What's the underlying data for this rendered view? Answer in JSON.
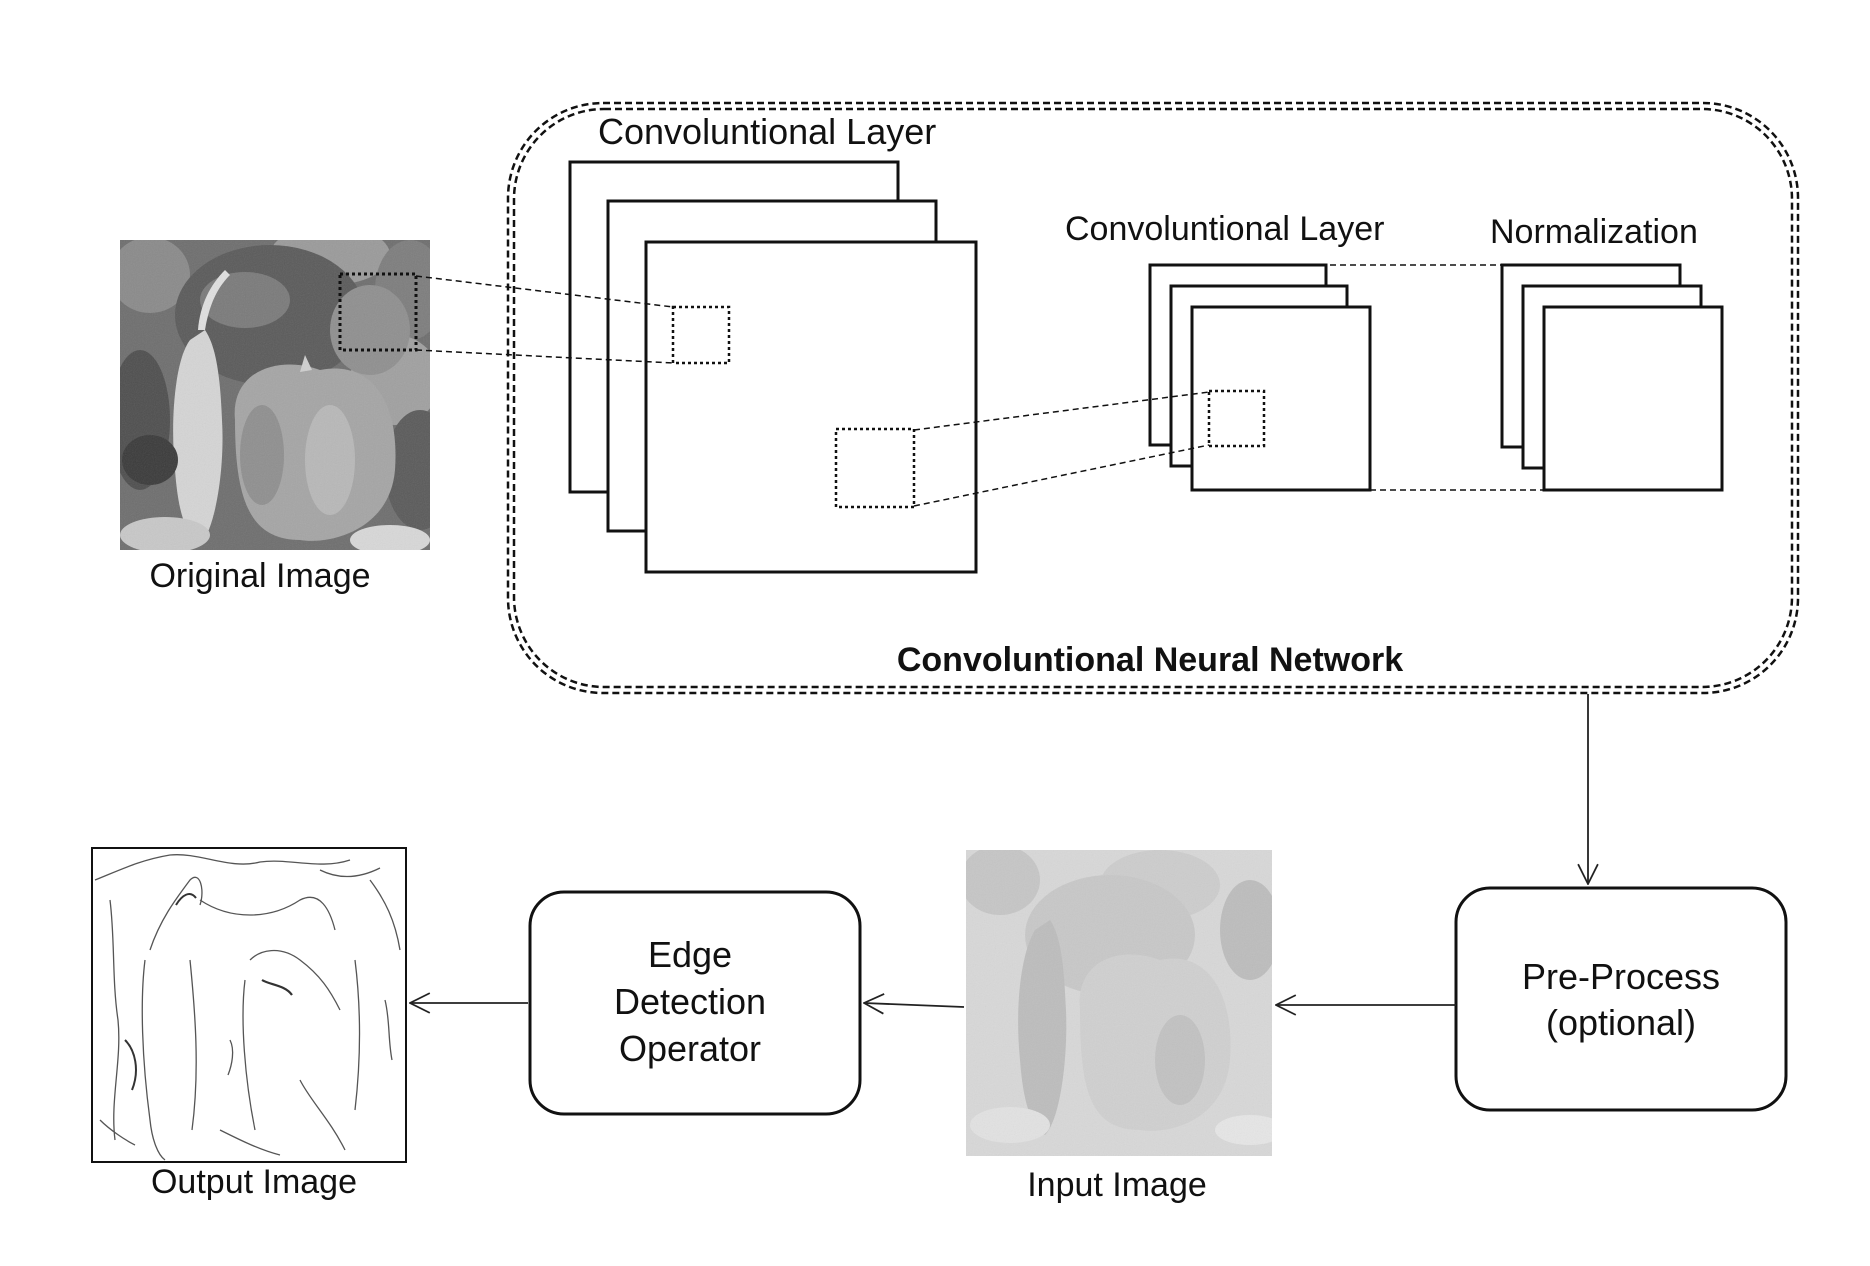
{
  "labels": {
    "original_image": "Original Image",
    "conv_layer_1": "Convoluntional Layer",
    "conv_layer_2": "Convoluntional Layer",
    "normalization": "Normalization",
    "cnn": "Convoluntional Neural Network",
    "pre_process_line1": "Pre-Process",
    "pre_process_line2": "(optional)",
    "input_image": "Input Image",
    "edge_line1": "Edge",
    "edge_line2": "Detection",
    "edge_line3": "Operator",
    "output_image": "Output Image"
  }
}
